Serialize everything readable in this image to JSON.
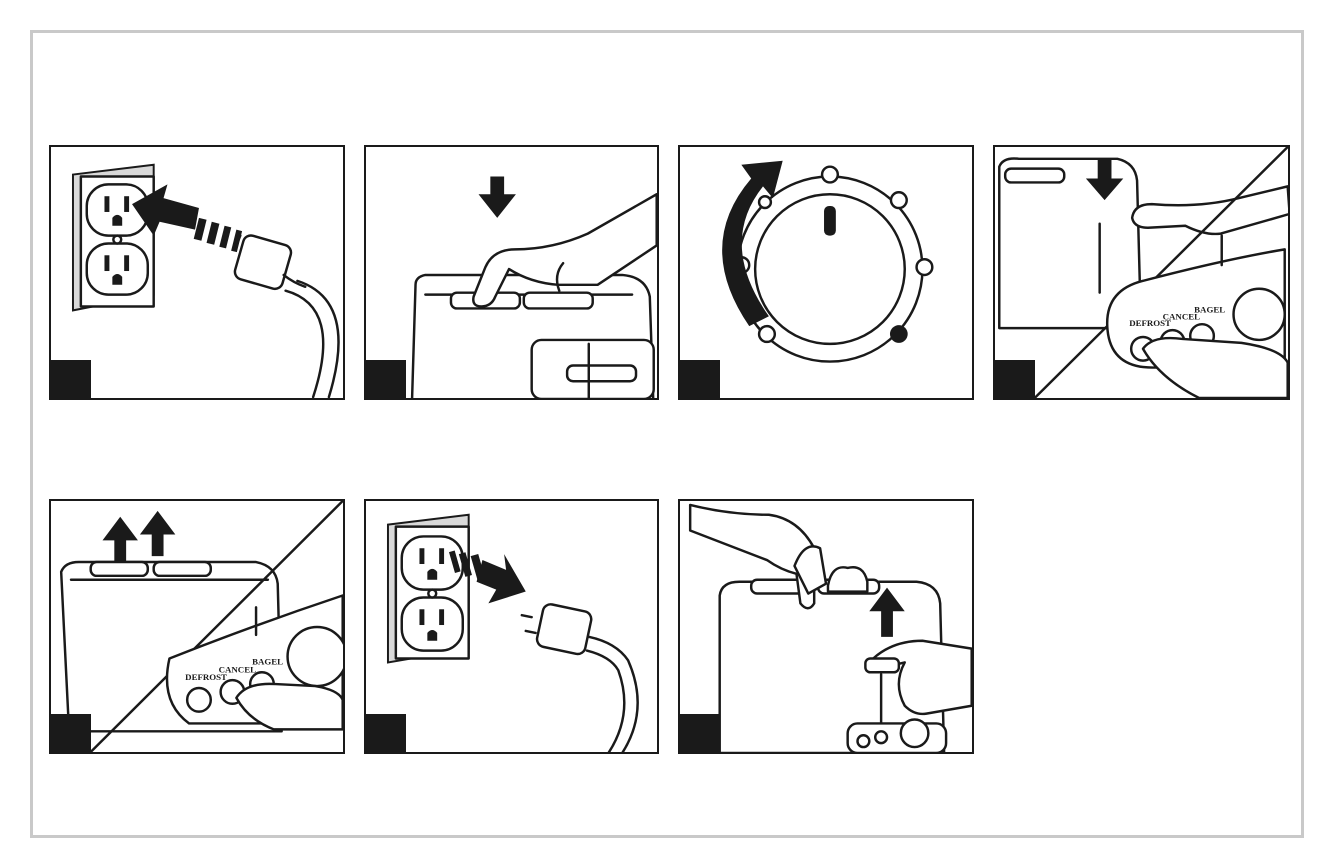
{
  "page": {
    "frame_color": "#c9c9c9",
    "ink_color": "#1a1a1a"
  },
  "panels": [
    {
      "id": "step-1",
      "scene": "plug-into-outlet",
      "icons": [
        "wall-outlet-icon",
        "arrow-icon",
        "plug-icon"
      ]
    },
    {
      "id": "step-2",
      "scene": "press-lever-down",
      "icons": [
        "arrow-down-icon",
        "hand-icon",
        "toaster-icon"
      ]
    },
    {
      "id": "step-3",
      "scene": "turn-shade-dial",
      "icons": [
        "curved-arrow-icon",
        "dial-icon"
      ]
    },
    {
      "id": "step-4",
      "scene": "press-defrost",
      "icons": [
        "arrow-down-icon",
        "hand-icon",
        "control-panel-icon"
      ],
      "buttons": [
        "DEFROST",
        "CANCEL",
        "BAGEL"
      ]
    },
    {
      "id": "step-5",
      "scene": "press-cancel",
      "icons": [
        "arrow-up-icon",
        "hand-icon",
        "control-panel-icon"
      ],
      "buttons": [
        "DEFROST",
        "CANCEL",
        "BAGEL"
      ]
    },
    {
      "id": "step-6",
      "scene": "unplug-from-outlet",
      "icons": [
        "wall-outlet-icon",
        "arrow-icon",
        "plug-icon"
      ]
    },
    {
      "id": "step-7",
      "scene": "lift-lever-remove-toast",
      "icons": [
        "hand-icon",
        "arrow-up-icon",
        "toaster-icon"
      ]
    }
  ]
}
